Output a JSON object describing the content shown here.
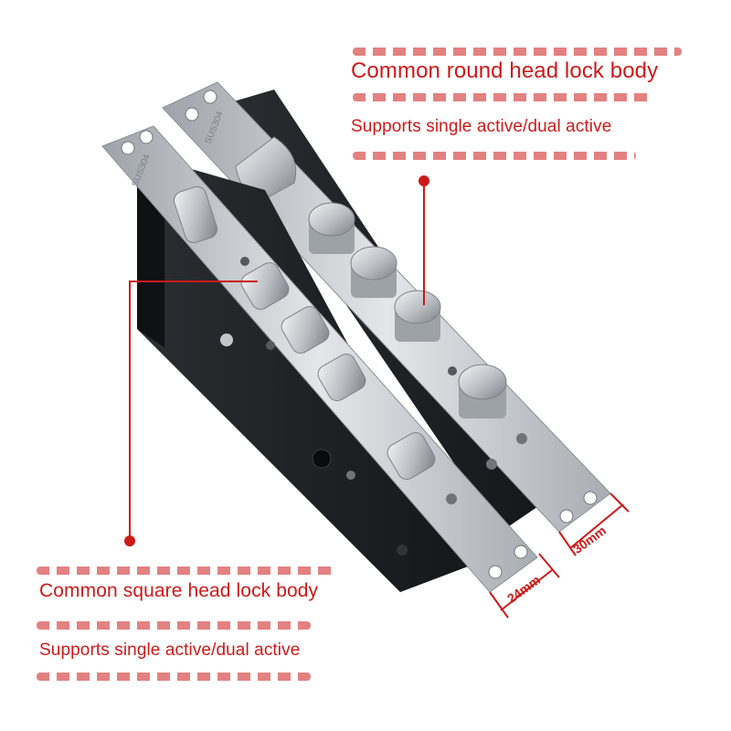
{
  "annotations": {
    "round_title": "Common round head lock body",
    "round_subtitle": "Supports single active/dual active",
    "square_title": "Common square head lock body",
    "square_subtitle": "Supports single active/dual active",
    "width_front": "24mm",
    "width_back": "30mm"
  },
  "engraving": "SUS304",
  "colors": {
    "accent_red": "#cc1a1a",
    "steel": "#c8cbd0",
    "case_black": "#1f2226"
  }
}
